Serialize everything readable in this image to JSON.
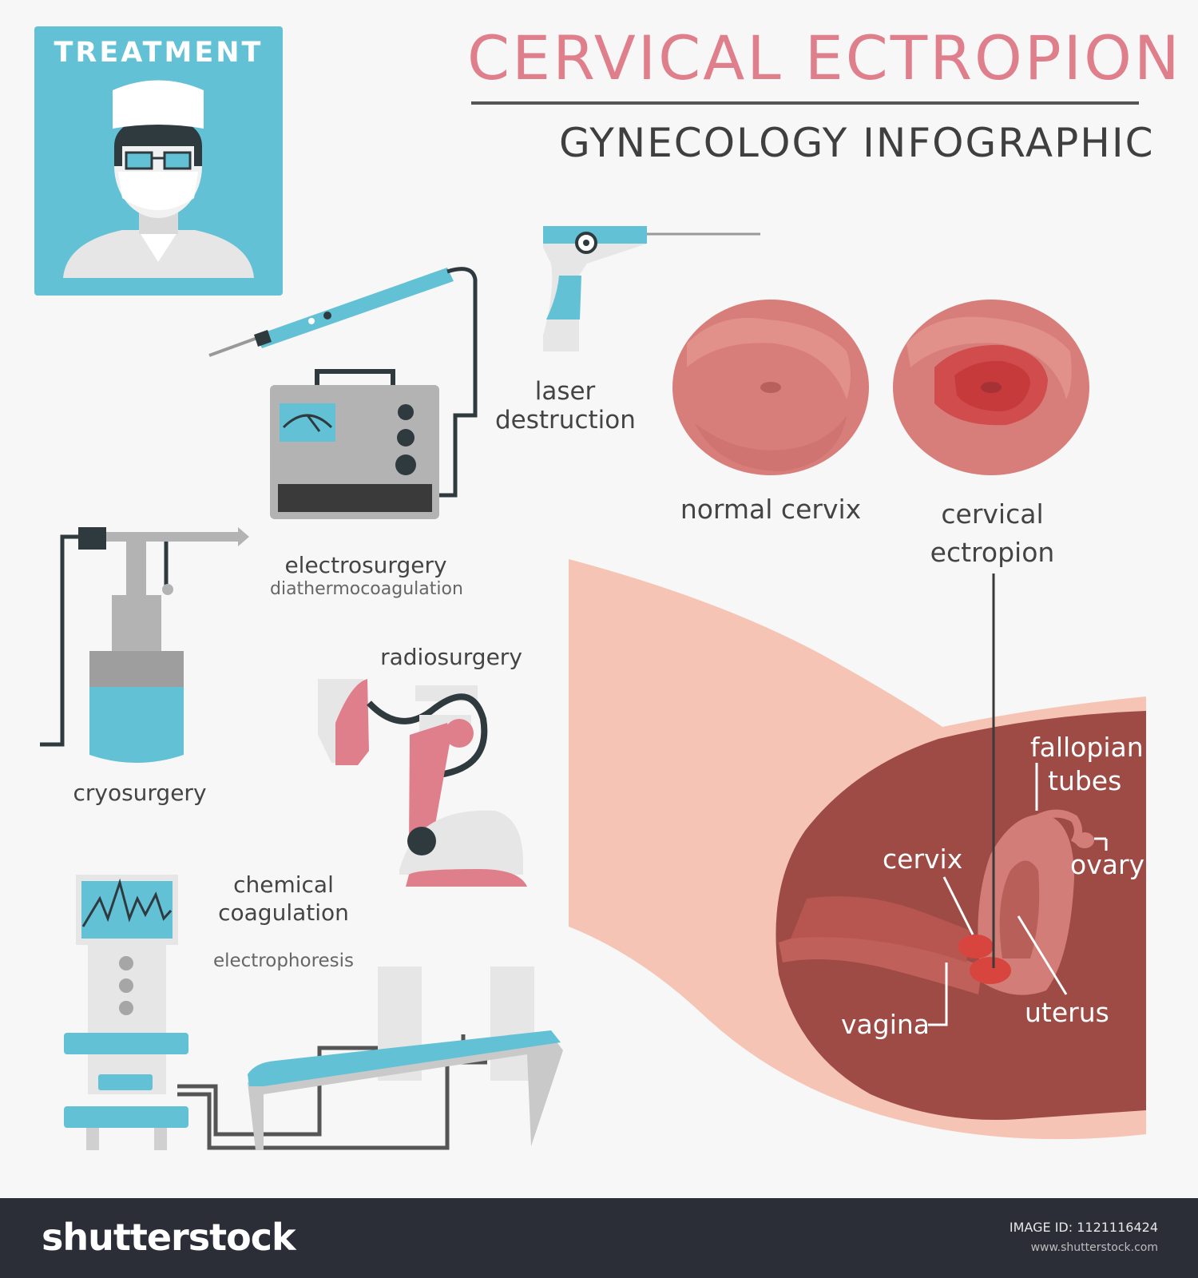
{
  "header": {
    "title": "CERVICAL ECTROPION",
    "subtitle": "GYNECOLOGY INFOGRAPHIC",
    "treatment_label": "TREATMENT"
  },
  "treatments": {
    "laser": [
      "laser",
      "destruction"
    ],
    "electrosurgery": "electrosurgery",
    "electrosurgery_sub": "diathermocoagulation",
    "radiosurgery": "radiosurgery",
    "cryosurgery": "cryosurgery",
    "chemical": [
      "chemical",
      "coagulation"
    ],
    "electrophoresis": "electrophoresis"
  },
  "cervix": {
    "normal": "normal cervix",
    "ectropion": [
      "cervical",
      "ectropion"
    ]
  },
  "anatomy": {
    "fallopian": [
      "fallopian",
      "tubes"
    ],
    "ovary": "ovary",
    "cervix": "cervix",
    "vagina": "vagina",
    "uterus": "uterus"
  },
  "footer": {
    "logo": "shutterstock",
    "image_id": "IMAGE ID: 1121116424",
    "url": "www.shutterstock.com"
  },
  "colors": {
    "title": "#e07f8c",
    "accent_blue": "#63c1d6",
    "pink": "#e07f8c",
    "skin": "#f5c4b5",
    "organ_dark": "#9e4a45"
  },
  "icons": [
    "doctor-icon",
    "electrosurgery-unit-icon",
    "laser-device-icon",
    "cryosurgery-device-icon",
    "radiosurgery-device-icon",
    "electrophoresis-machine-icon",
    "gynecological-chair-icon"
  ]
}
